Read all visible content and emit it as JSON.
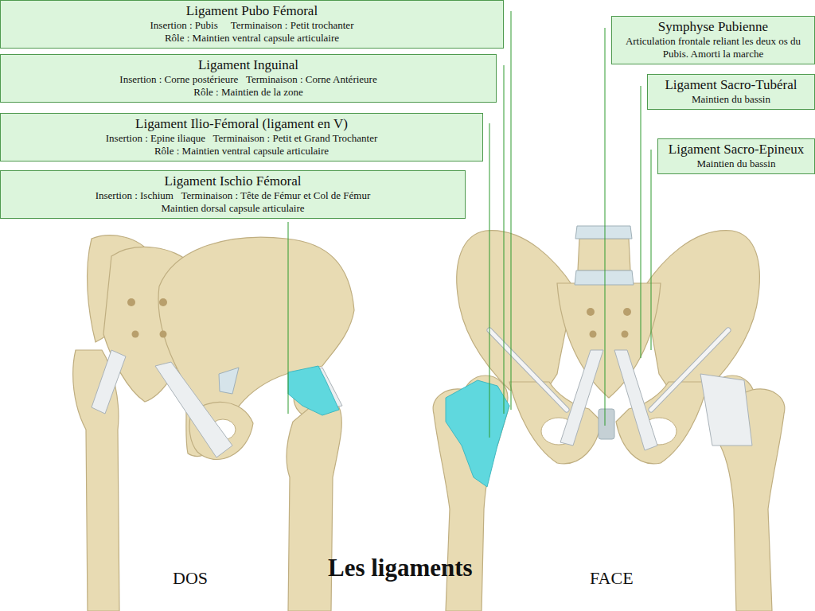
{
  "diagram": {
    "title": "Les ligaments",
    "nodes": [
      {
        "text": [
          "Ligament Pubo Fémoral",
          "Insertion : Pubis     Terminaison : Petit trochanter",
          "Rôle : Maintien ventral capsule articulaire"
        ]
      },
      {
        "text": [
          "Ligament Inguinal",
          "Insertion : Corne postérieure   Terminaison : Corne Antérieure",
          "Rôle : Maintien de la zone"
        ]
      },
      {
        "text": [
          "Ligament Ilio-Fémoral (ligament en V)",
          "Insertion : Epine iliaque   Terminaison : Petit et Grand Trochanter",
          "Rôle : Maintien ventral capsule articulaire"
        ]
      },
      {
        "text": [
          "Ligament Ischio Fémoral",
          "Insertion : Ischium   Terminaison : Tête de Fémur et Col de Fémur",
          "Maintien dorsal capsule articulaire"
        ]
      },
      {
        "text": [
          "Symphyse Pubienne",
          "Articulation frontale reliant les deux os du Pubis. Amorti la marche"
        ]
      },
      {
        "text": [
          "Ligament Sacro-Tubéral",
          "Maintien du bassin"
        ]
      },
      {
        "text": [
          "Ligament Sacro-Epineux",
          "Maintien du bassin"
        ]
      }
    ],
    "labels": [
      "DOS",
      "FACE"
    ]
  }
}
